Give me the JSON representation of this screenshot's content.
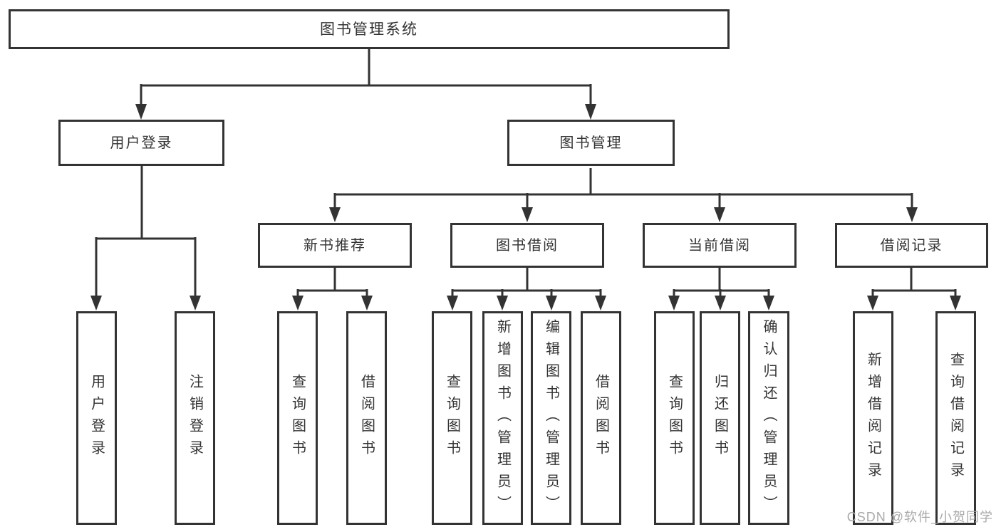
{
  "diagram": {
    "title": "图书管理系统",
    "nodes": {
      "root": {
        "label": "图书管理系统"
      },
      "user_login": {
        "label": "用户登录"
      },
      "book_mgmt": {
        "label": "图书管理"
      },
      "new_book_rec": {
        "label": "新书推荐"
      },
      "book_borrow": {
        "label": "图书借阅"
      },
      "current_borrow": {
        "label": "当前借阅"
      },
      "borrow_record": {
        "label": "借阅记录"
      },
      "leaf_user_login": {
        "label": "用户登录"
      },
      "leaf_logout": {
        "label": "注销登录"
      },
      "leaf_query_book_1": {
        "label": "查询图书"
      },
      "leaf_borrow_book_1": {
        "label": "借阅图书"
      },
      "leaf_query_book_2": {
        "label": "查询图书"
      },
      "leaf_add_book": {
        "label": "新增图书（管理员）"
      },
      "leaf_edit_book": {
        "label": "编辑图书（管理员）"
      },
      "leaf_borrow_book_2": {
        "label": "借阅图书"
      },
      "leaf_query_book_3": {
        "label": "查询图书"
      },
      "leaf_return_book": {
        "label": "归还图书"
      },
      "leaf_confirm_return": {
        "label": "确认归还（管理员）"
      },
      "leaf_add_record": {
        "label": "新增借阅记录"
      },
      "leaf_query_record": {
        "label": "查询借阅记录"
      }
    },
    "colors": {
      "line": "#333333",
      "box_border": "#333333",
      "text": "#333333",
      "background": "#ffffff",
      "watermark": "#a9a9a9"
    }
  },
  "watermark": {
    "text": "CSDN @软件_小贺同学"
  }
}
